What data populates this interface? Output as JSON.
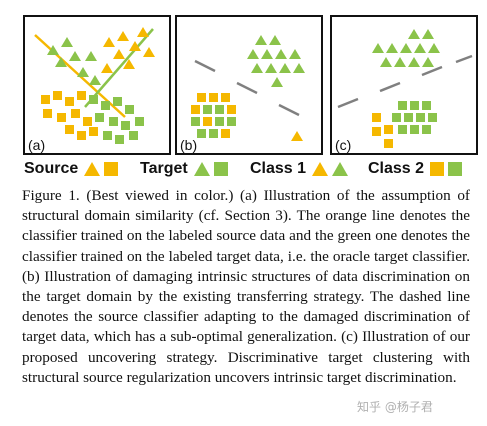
{
  "panels": [
    {
      "label": "(a)"
    },
    {
      "label": "(b)"
    },
    {
      "label": "(c)"
    }
  ],
  "legend": {
    "source": "Source",
    "target": "Target",
    "class1": "Class 1",
    "class2": "Class 2"
  },
  "colors": {
    "orange": "#f5b800",
    "green": "#8bc34a",
    "dashed_line": "#808080"
  },
  "caption": {
    "text": "Figure 1. (Best viewed in color.) (a) Illustration of the assumption of structural domain similarity (cf. Section 3). The orange line denotes the classifier trained on the labeled source data and the green one denotes the classifier trained on the labeled target data, i.e. the oracle target classifier. (b) Illustration of damaging intrinsic structures of data discrimination on the target domain by the existing transferring strategy. The dashed line denotes the source classifier adapting to the damaged discrimination of target data, which has a sub-optimal generalization. (c) Illustration of our proposed uncovering strategy. Discriminative target clustering with structural source regularization uncovers intrinsic target discrimination."
  },
  "watermark": "知乎 @杨子君"
}
